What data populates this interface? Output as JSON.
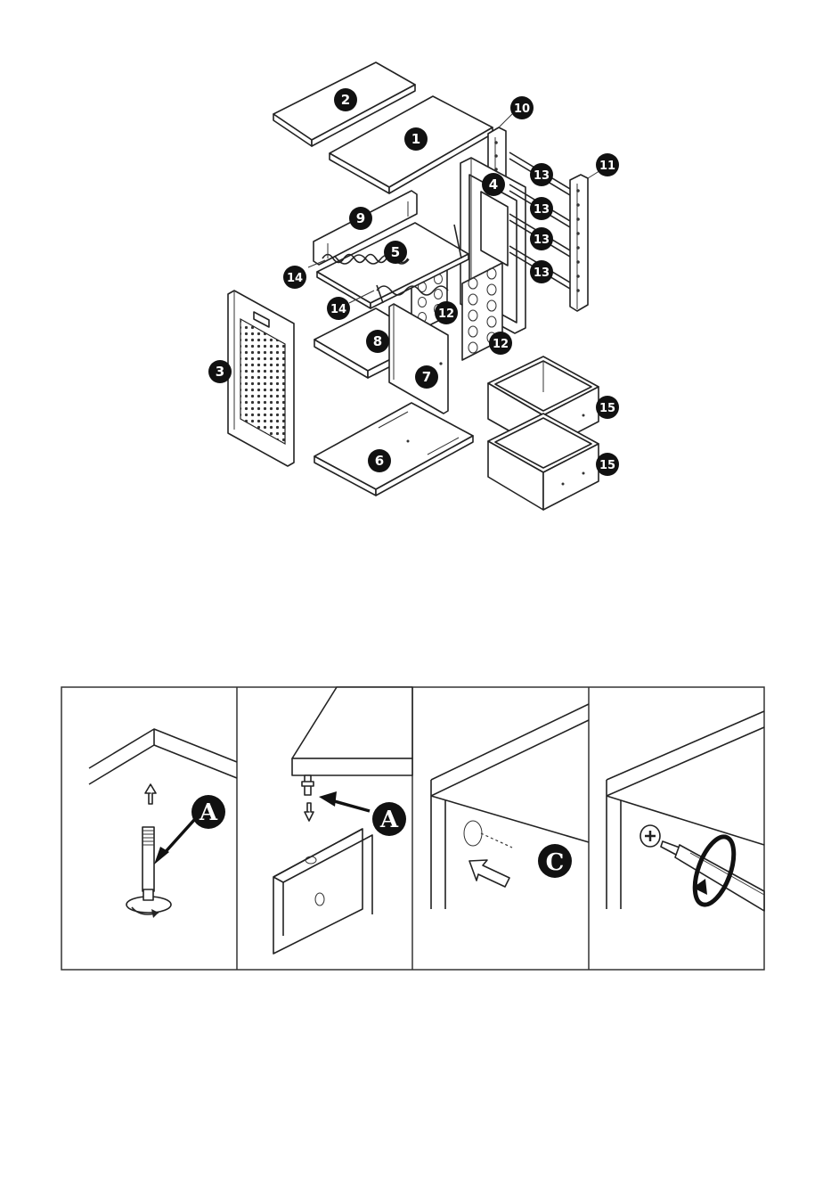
{
  "exploded_view": {
    "callouts": [
      {
        "id": "callout-1",
        "text": "1"
      },
      {
        "id": "callout-2",
        "text": "2"
      },
      {
        "id": "callout-3",
        "text": "3"
      },
      {
        "id": "callout-4",
        "text": "4"
      },
      {
        "id": "callout-5",
        "text": "5"
      },
      {
        "id": "callout-6",
        "text": "6"
      },
      {
        "id": "callout-7",
        "text": "7"
      },
      {
        "id": "callout-8",
        "text": "8"
      },
      {
        "id": "callout-9",
        "text": "9"
      },
      {
        "id": "callout-10",
        "text": "10"
      },
      {
        "id": "callout-11",
        "text": "11"
      },
      {
        "id": "callout-12a",
        "text": "12"
      },
      {
        "id": "callout-12b",
        "text": "12"
      },
      {
        "id": "callout-13a",
        "text": "13"
      },
      {
        "id": "callout-13b",
        "text": "13"
      },
      {
        "id": "callout-13c",
        "text": "13"
      },
      {
        "id": "callout-13d",
        "text": "13"
      },
      {
        "id": "callout-14a",
        "text": "14"
      },
      {
        "id": "callout-14b",
        "text": "14"
      },
      {
        "id": "callout-15a",
        "text": "15"
      },
      {
        "id": "callout-15b",
        "text": "15"
      }
    ]
  },
  "steps": {
    "step1_label": "A",
    "step2_label": "A",
    "step3_label": "C"
  }
}
